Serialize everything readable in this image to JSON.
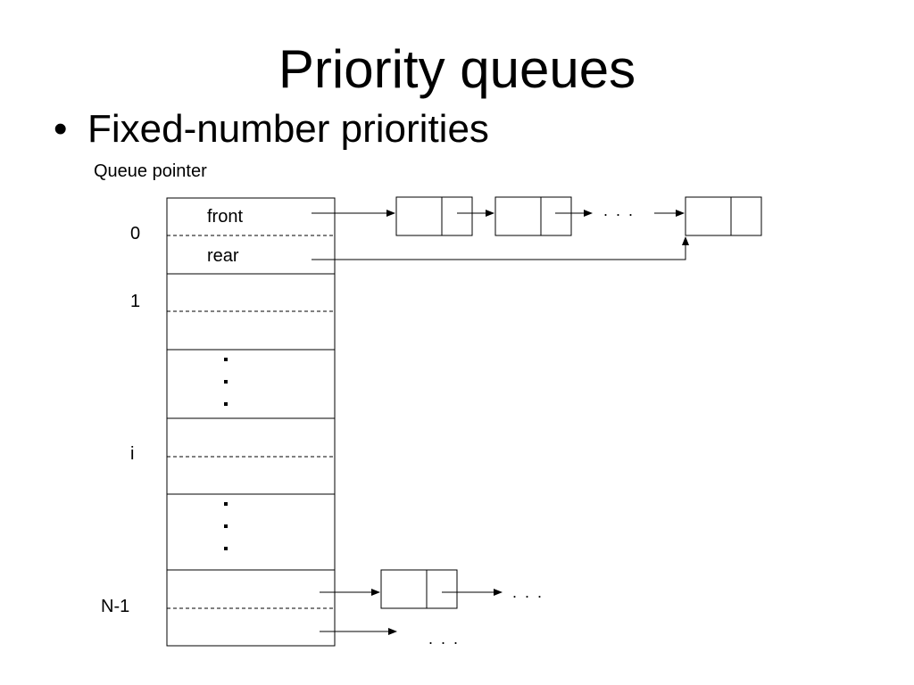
{
  "slide": {
    "title": "Priority queues",
    "bullet_symbol": "•",
    "bullet": "Fixed-number priorities"
  },
  "diagram": {
    "array_label": "Queue pointer",
    "row_labels": [
      "0",
      "1",
      "i",
      "N-1"
    ],
    "field_front": "front",
    "field_rear": "rear",
    "continuation": ". . ."
  }
}
